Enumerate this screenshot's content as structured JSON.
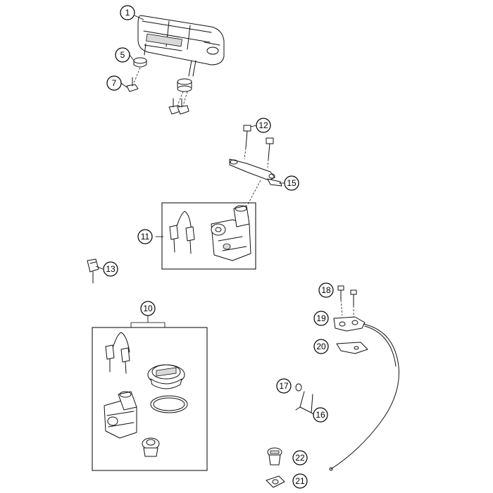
{
  "callouts": {
    "c1": "1",
    "c5": "5",
    "c7": "7",
    "c10": "10",
    "c11": "11",
    "c12": "12",
    "c13": "13",
    "c15": "15",
    "c16": "16",
    "c17": "17",
    "c18": "18",
    "c19": "19",
    "c20": "20",
    "c21": "21",
    "c22": "22"
  },
  "colors": {
    "line": "#111111",
    "shade": "#d9d9d9",
    "background": "#ffffff"
  }
}
